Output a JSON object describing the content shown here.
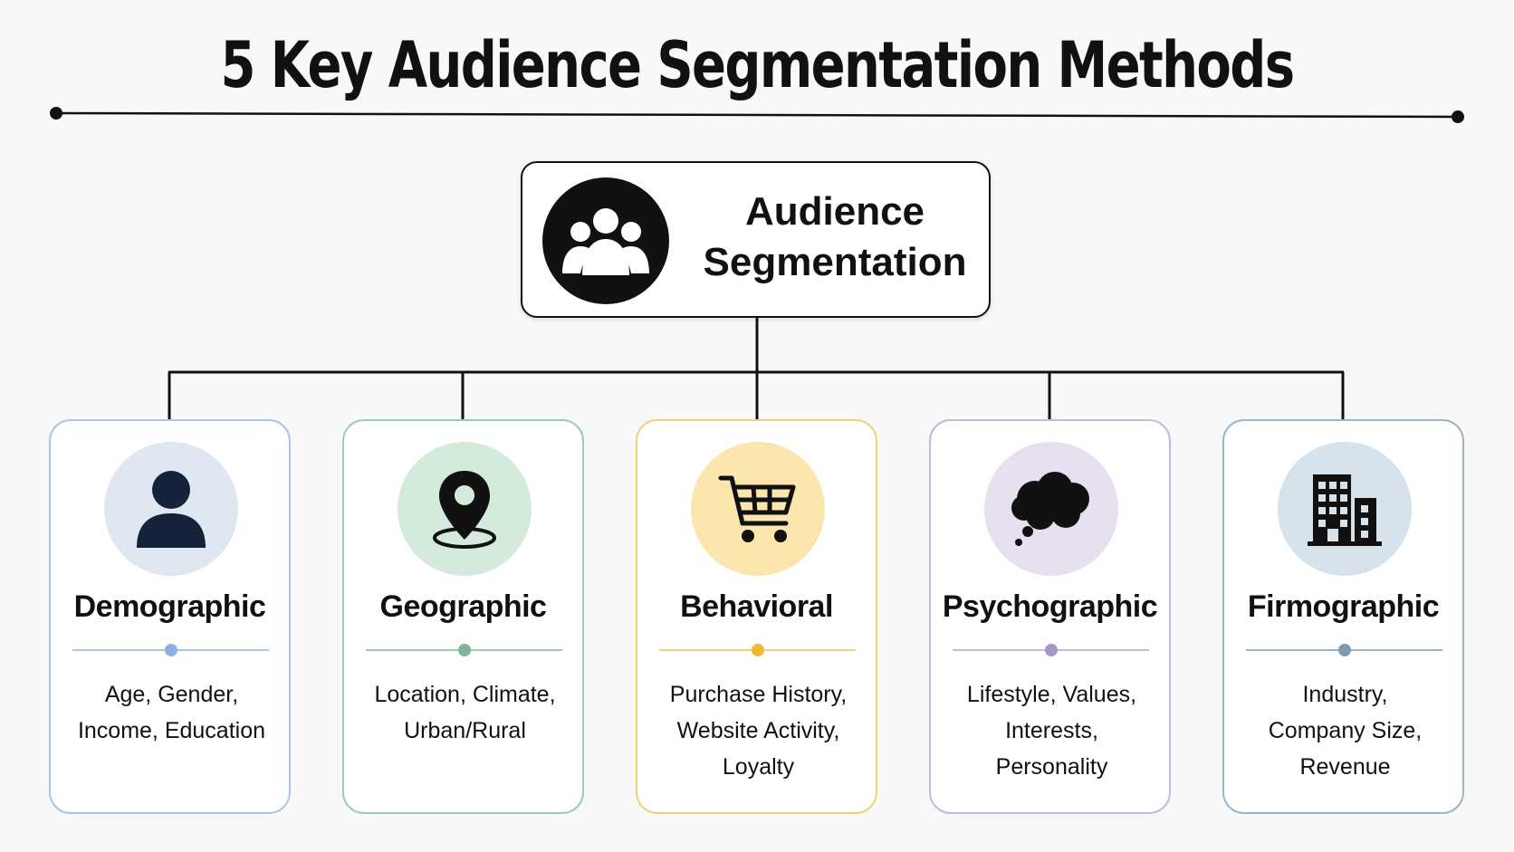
{
  "title": "5 Key Audience Segmentation Methods",
  "root": {
    "icon": "users-group-icon",
    "label_line1": "Audience",
    "label_line2": "Segmentation"
  },
  "cards": [
    {
      "title": "Demographic",
      "icon": "person-icon",
      "accent": "#a9c4e6",
      "circle": "#dfe7f3",
      "dot": "#8fb0e0",
      "lines": [
        "Age, Gender,",
        "Income, Education"
      ]
    },
    {
      "title": "Geographic",
      "icon": "location-pin-icon",
      "accent": "#9ccbb0",
      "circle": "#d4eadb",
      "dot": "#7fb59a",
      "lines": [
        "Location, Climate,",
        "Urban/Rural"
      ]
    },
    {
      "title": "Behavioral",
      "icon": "shopping-cart-icon",
      "accent": "#f2d17a",
      "circle": "#fbe6ae",
      "dot": "#f0b92e",
      "lines": [
        "Purchase History,",
        "Website Activity,",
        "Loyalty"
      ]
    },
    {
      "title": "Psychographic",
      "icon": "thought-bubble-icon",
      "accent": "#c6b8d8",
      "circle": "#e6e0f0",
      "dot": "#a896c6",
      "lines": [
        "Lifestyle, Values,",
        "Interests,",
        "Personality"
      ]
    },
    {
      "title": "Firmographic",
      "icon": "office-building-icon",
      "accent": "#9bb5c6",
      "circle": "#d6e3ed",
      "dot": "#7d9bb0",
      "lines": [
        "Industry,",
        "Company Size,",
        "Revenue"
      ]
    }
  ]
}
